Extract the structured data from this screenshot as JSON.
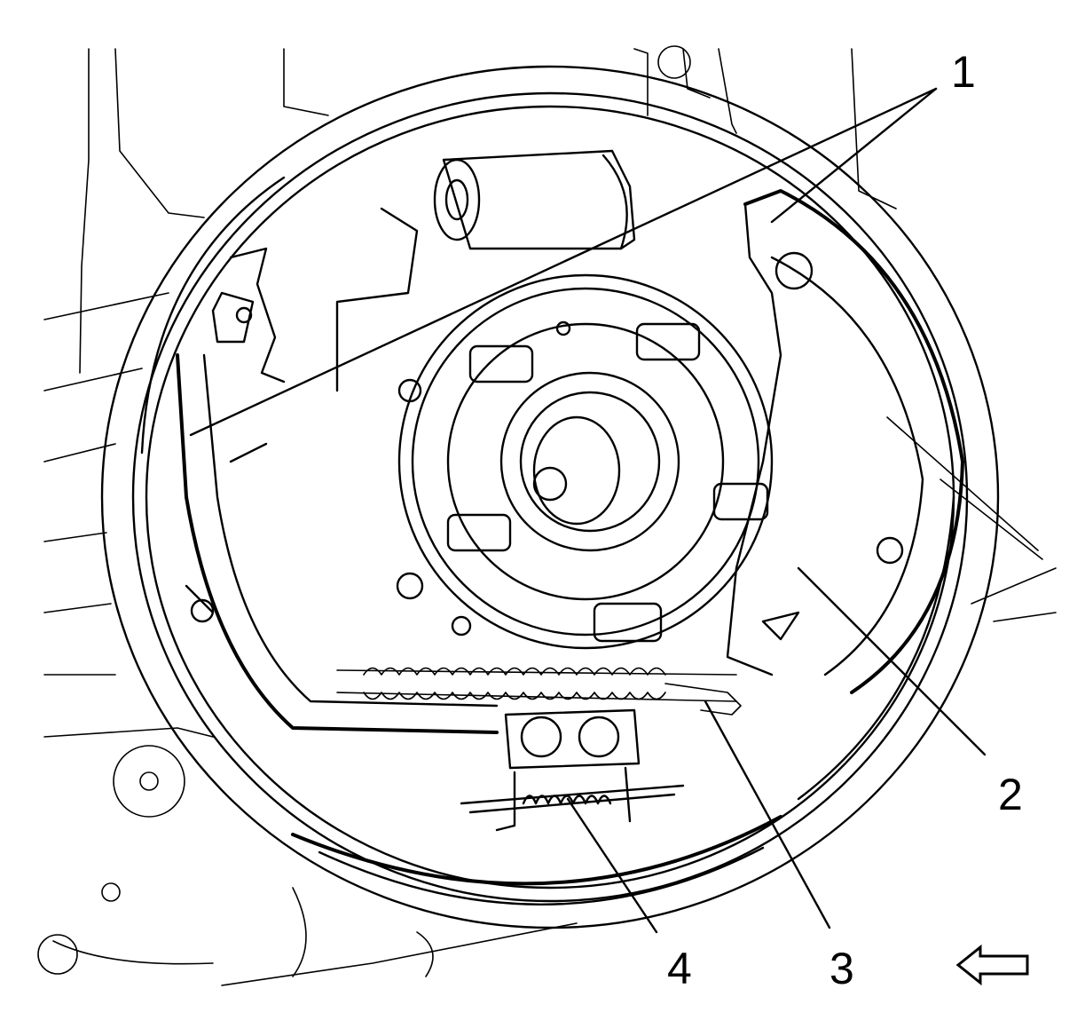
{
  "callouts": [
    {
      "id": "1",
      "text": "1"
    },
    {
      "id": "2",
      "text": "2"
    },
    {
      "id": "3",
      "text": "3"
    },
    {
      "id": "4",
      "text": "4"
    }
  ],
  "colors": {
    "line": "#000000",
    "background": "#ffffff"
  },
  "icons": {
    "direction": "left-arrow-icon"
  }
}
